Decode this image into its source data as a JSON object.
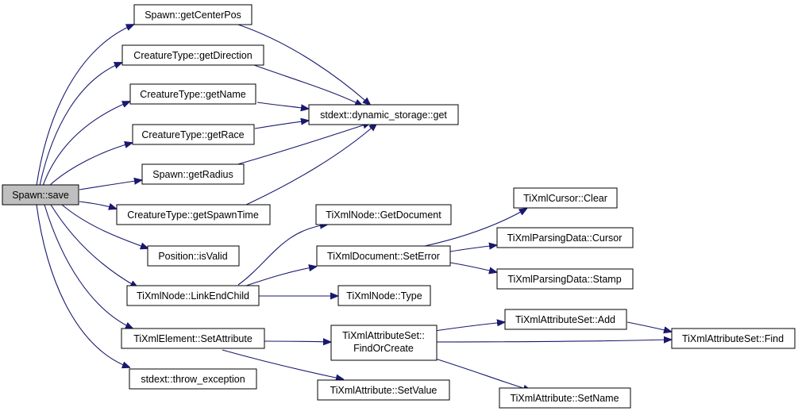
{
  "colors": {
    "edge": "#191970",
    "node_border": "#000000",
    "node_fill": "#ffffff",
    "root_fill": "#bfbfbf"
  },
  "nodes": {
    "spawn_save": {
      "label": "Spawn::save"
    },
    "spawn_getcenterpos": {
      "label": "Spawn::getCenterPos"
    },
    "creature_getdirection": {
      "label": "CreatureType::getDirection"
    },
    "creature_getname": {
      "label": "CreatureType::getName"
    },
    "creature_getrace": {
      "label": "CreatureType::getRace"
    },
    "spawn_getradius": {
      "label": "Spawn::getRadius"
    },
    "creature_getspawntime": {
      "label": "CreatureType::getSpawnTime"
    },
    "position_isvalid": {
      "label": "Position::isValid"
    },
    "tixmlnode_linkendchild": {
      "label": "TiXmlNode::LinkEndChild"
    },
    "tixmlelement_setattribute": {
      "label": "TiXmlElement::SetAttribute"
    },
    "stdext_throw_exception": {
      "label": "stdext::throw_exception"
    },
    "stdext_dynamic_storage_get": {
      "label": "stdext::dynamic_storage::get"
    },
    "tixmlnode_getdocument": {
      "label": "TiXmlNode::GetDocument"
    },
    "tixmldocument_seterror": {
      "label": "TiXmlDocument::SetError"
    },
    "tixmlnode_type": {
      "label": "TiXmlNode::Type"
    },
    "tixmlattributeset_findorcreate": {
      "label_line1": "TiXmlAttributeSet::",
      "label_line2": "FindOrCreate"
    },
    "tixmlattribute_setvalue": {
      "label": "TiXmlAttribute::SetValue"
    },
    "tixmlcursor_clear": {
      "label": "TiXmlCursor::Clear"
    },
    "tixmlparsingdata_cursor": {
      "label": "TiXmlParsingData::Cursor"
    },
    "tixmlparsingdata_stamp": {
      "label": "TiXmlParsingData::Stamp"
    },
    "tixmlattributeset_add": {
      "label": "TiXmlAttributeSet::Add"
    },
    "tixmlattribute_setname": {
      "label": "TiXmlAttribute::SetName"
    },
    "tixmlattributeset_find": {
      "label": "TiXmlAttributeSet::Find"
    }
  }
}
